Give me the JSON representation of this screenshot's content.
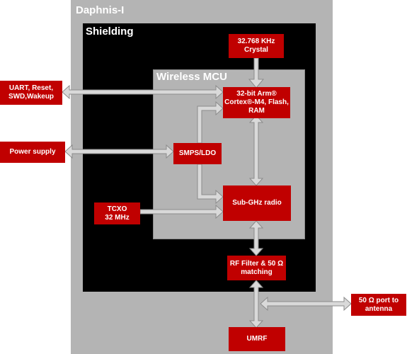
{
  "containers": {
    "outer_label": "Daphnis-I",
    "shield_label": "Shielding",
    "mcu_label": "Wireless MCU"
  },
  "blocks": {
    "crystal": "32.768 KHz\nCrystal",
    "cpu": "32-bit Arm®\nCortex®-M4, Flash,\nRAM",
    "smps": "SMPS/LDO",
    "radio": "Sub-GHz radio",
    "tcxo": "TCXO\n32 MHz",
    "rf_filter": "RF Filter & 50 Ω\nmatching",
    "umrf": "UMRF",
    "uart": "UART, Reset,\nSWD,Wakeup",
    "power": "Power supply",
    "antenna": "50 Ω port to\nantenna"
  },
  "colors": {
    "block_fill": "#c00000",
    "outer_fill": "#b4b4b4",
    "shield_fill": "#000000",
    "arrow_fill": "#d9d9d9"
  }
}
